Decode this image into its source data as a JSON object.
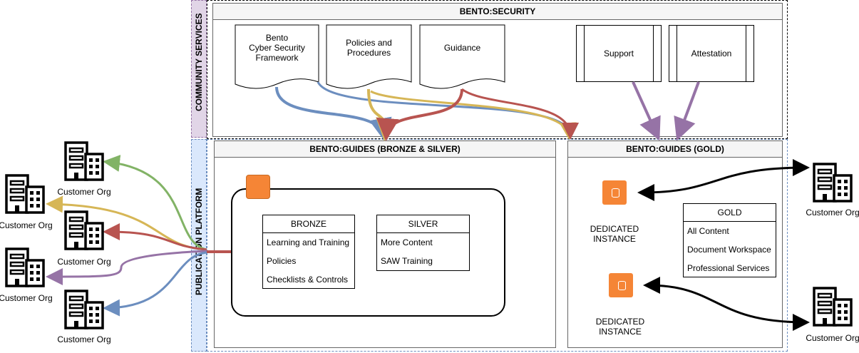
{
  "bands": {
    "community": "COMMUNITY SERVICES",
    "publication": "PUBLICATION PLATFORM"
  },
  "security": {
    "title": "BENTO:SECURITY",
    "docs": [
      {
        "label": "Bento\nCyber Security\nFramework"
      },
      {
        "label": "Policies and\nProcedures"
      },
      {
        "label": "Guidance"
      }
    ],
    "services": [
      {
        "label": "Support"
      },
      {
        "label": "Attestation"
      }
    ]
  },
  "guides_bs": {
    "title": "BENTO:GUIDES (BRONZE & SILVER)",
    "bronze": {
      "title": "BRONZE",
      "items": [
        "Learning and Training",
        "Policies",
        "Checklists & Controls"
      ]
    },
    "silver": {
      "title": "SILVER",
      "items": [
        "More Content",
        "SAW Training"
      ]
    }
  },
  "guides_gold": {
    "title": "BENTO:GUIDES (GOLD)",
    "instance_label_1": "DEDICATED",
    "instance_label_2": "INSTANCE",
    "gold": {
      "title": "GOLD",
      "items": [
        "All Content",
        "Document Workspace",
        "Professional Services"
      ]
    }
  },
  "customers": {
    "label": "Customer Org"
  },
  "colors": {
    "blue": "#6c8ebf",
    "red": "#b85450",
    "yellow": "#d6b656",
    "purple": "#9673a6",
    "green": "#82b366",
    "orange": "#f58536",
    "band_community": "#e1d5e7",
    "band_publication": "#dae8fc"
  }
}
